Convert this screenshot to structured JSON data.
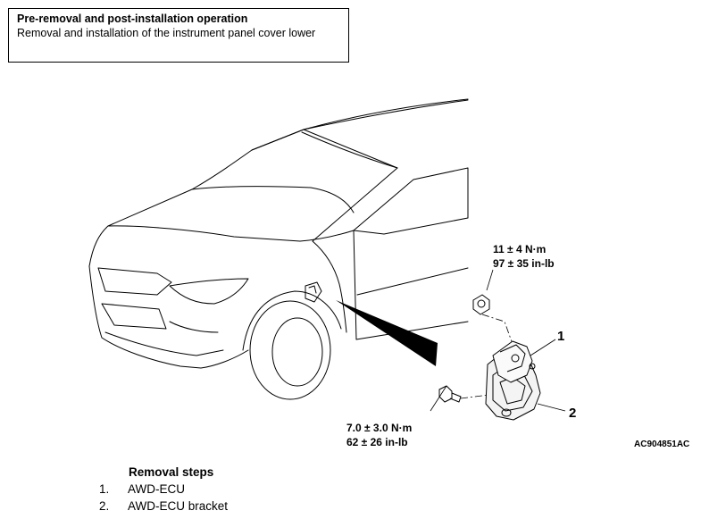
{
  "info_box": {
    "title": "Pre-removal and post-installation operation",
    "subtitle": "Removal and installation of the instrument panel cover lower"
  },
  "diagram": {
    "torque_top_line1": "11 ± 4 N·m",
    "torque_top_line2": "97 ± 35 in-lb",
    "torque_bottom_line1": "7.0 ± 3.0 N·m",
    "torque_bottom_line2": "62 ± 26 in-lb",
    "callout_1": "1",
    "callout_2": "2",
    "figure_code": "AC904851AC"
  },
  "removal_steps": {
    "heading": "Removal steps",
    "items": [
      {
        "num": "1.",
        "label": "AWD-ECU"
      },
      {
        "num": "2.",
        "label": "AWD-ECU bracket"
      }
    ]
  }
}
